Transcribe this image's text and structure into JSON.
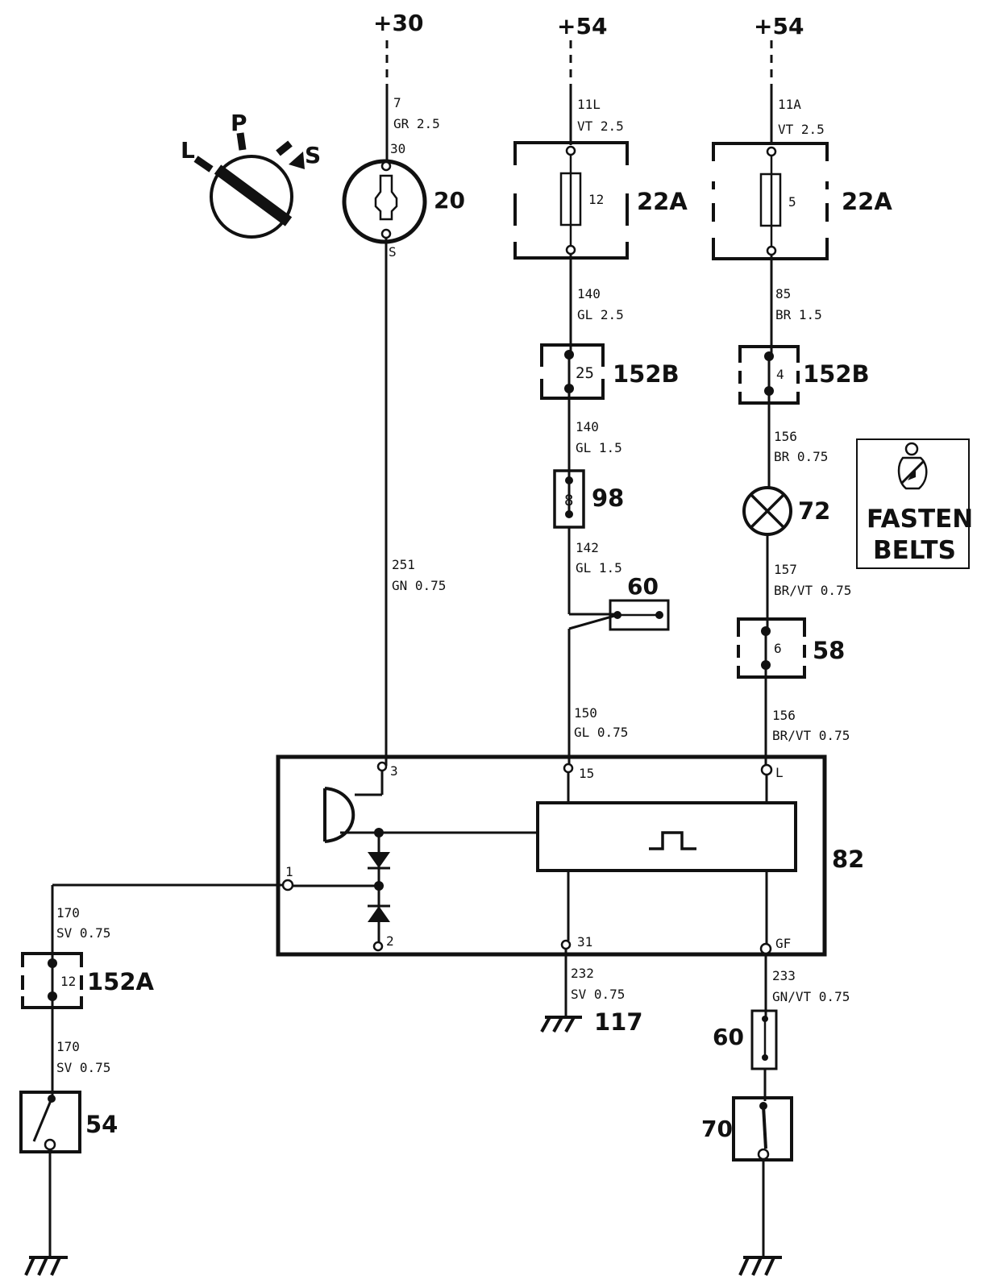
{
  "supplies": {
    "main": "+30",
    "acc_left": "+54",
    "acc_right": "+54"
  },
  "ignition_switch": {
    "pos_l": "L",
    "pos_p": "P",
    "pos_s": "S"
  },
  "ignition_module": {
    "id": "20",
    "pin_top": "30",
    "pin_bottom": "S"
  },
  "wires": {
    "w7": "7",
    "w7_spec": "GR 2.5",
    "w11l": "11L",
    "w11l_spec": "VT 2.5",
    "w11a": "11A",
    "w11a_spec": "VT 2.5",
    "w140a": "140",
    "w140a_spec": "GL 2.5",
    "w85": "85",
    "w85_spec": "BR 1.5",
    "w140b": "140",
    "w140b_spec": "GL 1.5",
    "w156a": "156",
    "w156a_spec": "BR 0.75",
    "w142": "142",
    "w142_spec": "GL 1.5",
    "w157": "157",
    "w157_spec": "BR/VT 0.75",
    "w251": "251",
    "w251_spec": "GN 0.75",
    "w150": "150",
    "w150_spec": "GL 0.75",
    "w156b": "156",
    "w156b_spec": "BR/VT 0.75",
    "w170a": "170",
    "w170a_spec": "SV 0.75",
    "w232": "232",
    "w232_spec": "SV 0.75",
    "w233": "233",
    "w233_spec": "GN/VT 0.75",
    "w170b": "170",
    "w170b_spec": "SV 0.75"
  },
  "fuse_box_left": {
    "id": "22A",
    "fuse": "12"
  },
  "fuse_box_right": {
    "id": "22A",
    "fuse": "5"
  },
  "connector_152b_left": {
    "id": "152B",
    "pin": "25"
  },
  "connector_152b_right": {
    "id": "152B",
    "pin": "4"
  },
  "connector_98": {
    "id": "98",
    "pin": "8"
  },
  "connector_60_top": {
    "id": "60"
  },
  "lamp": {
    "id": "72"
  },
  "warning_label": {
    "line1": "FASTEN",
    "line2": "BELTS"
  },
  "connector_58": {
    "id": "58",
    "pin": "6"
  },
  "control_unit": {
    "id": "82",
    "pin_3": "3",
    "pin_15": "15",
    "pin_l": "L",
    "pin_1": "1",
    "pin_2": "2",
    "pin_31": "31",
    "pin_gf": "GF"
  },
  "connector_152a": {
    "id": "152A",
    "pin": "12"
  },
  "ground_117": {
    "id": "117"
  },
  "connector_60_bottom": {
    "id": "60"
  },
  "buckle_switch_70": {
    "id": "70"
  },
  "door_switch_54": {
    "id": "54"
  },
  "icons": [
    "ignition-key-icon",
    "fuse-icon",
    "lamp-icon",
    "seatbelt-icon",
    "buzzer-icon",
    "diode-icon",
    "pulse-icon",
    "ground-icon"
  ]
}
